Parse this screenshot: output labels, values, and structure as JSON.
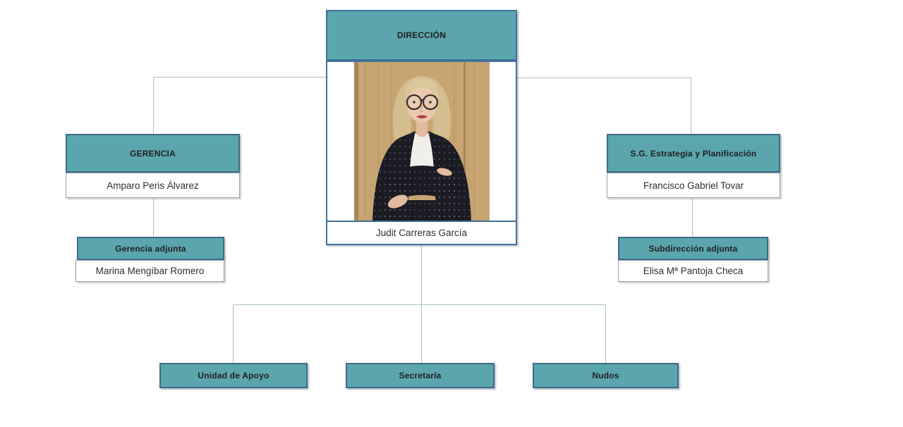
{
  "colors": {
    "teal": "#5aa6ac",
    "frame-blue": "#41719c",
    "header-border": "#3f6b8a",
    "name-border": "#98a4aa",
    "connector": "#a9c2cb",
    "text-dark": "#1f1f1f",
    "name-text": "#2e2e2e"
  },
  "org": {
    "direccion": {
      "title": "DIRECCIÓN",
      "name": "Judit Carreras García"
    },
    "gerencia": {
      "title": "GERENCIA",
      "name": "Amparo Peris Álvarez"
    },
    "gerencia_adjunta": {
      "title": "Gerencia adjunta",
      "name": "Marina Mengíbar Romero"
    },
    "sg_estrategia": {
      "title": "S.G. Estrategia y Planificación",
      "name": "Francisco Gabriel Tovar"
    },
    "subdireccion_adjunta": {
      "title": "Subdirección adjunta",
      "name": "Elisa Mª Pantoja Checa"
    },
    "units": [
      {
        "title": "Unidad de Apoyo"
      },
      {
        "title": "Secretaría"
      },
      {
        "title": "Nudos"
      }
    ]
  }
}
